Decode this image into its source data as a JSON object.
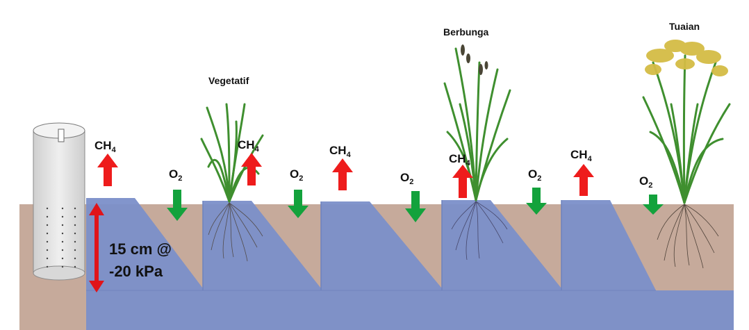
{
  "stages": {
    "vegetative": "Vegetatif",
    "flowering": "Berbunga",
    "harvest": "Tuaian"
  },
  "gases": {
    "methane_main": "CH",
    "methane_sub": "4",
    "oxygen_main": "O",
    "oxygen_sub": "2"
  },
  "depth_label": {
    "line1": "15 cm @",
    "line2": "-20 kPa"
  },
  "colors": {
    "soil": "#c6aa9b",
    "water": "#7b8fc9",
    "methane_arrow": "#ee1c1c",
    "oxygen_arrow": "#13a23c",
    "depth_arrow": "#e0141a",
    "tube": "#e2e2e2",
    "leaf": "#3f8f2f",
    "grain": "#d4bc45"
  },
  "icons": {
    "tube": "perforated-water-tube-icon",
    "vegetative_plant": "rice-plant-vegetative-icon",
    "flowering_plant": "rice-plant-flowering-icon",
    "harvest_plant": "rice-plant-harvest-icon"
  }
}
